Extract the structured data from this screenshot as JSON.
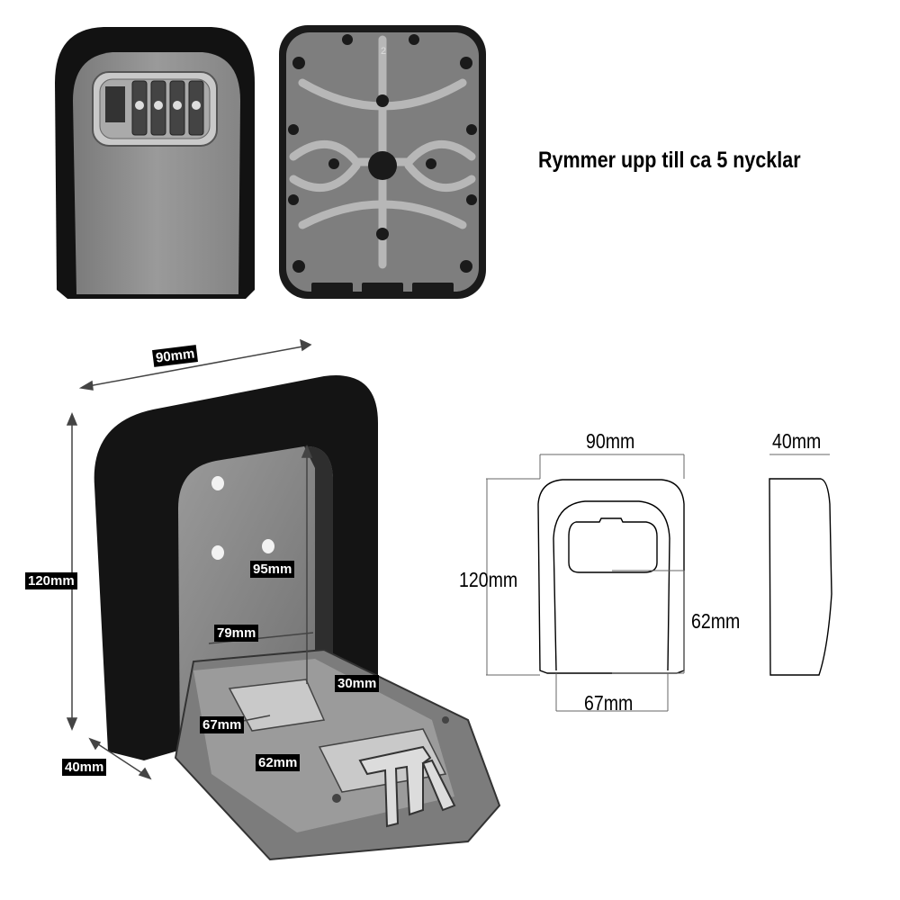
{
  "heading": "Rymmer upp till ca 5 nycklar",
  "product_dimensions": {
    "width": "90mm",
    "height": "120mm",
    "depth": "40mm",
    "inner_height": "95mm",
    "inner_width": "79mm",
    "inner_depth": "30mm",
    "compartment_width": "67mm",
    "compartment_height": "62mm"
  },
  "drawing_dimensions": {
    "width": "90mm",
    "side_depth": "40mm",
    "height": "120mm",
    "door_height": "62mm",
    "door_width": "67mm"
  },
  "back_plate_number": "2",
  "colors": {
    "body_black": "#151515",
    "panel_grey": "#8c8c8c",
    "plate_grey": "#7e7e7e"
  }
}
